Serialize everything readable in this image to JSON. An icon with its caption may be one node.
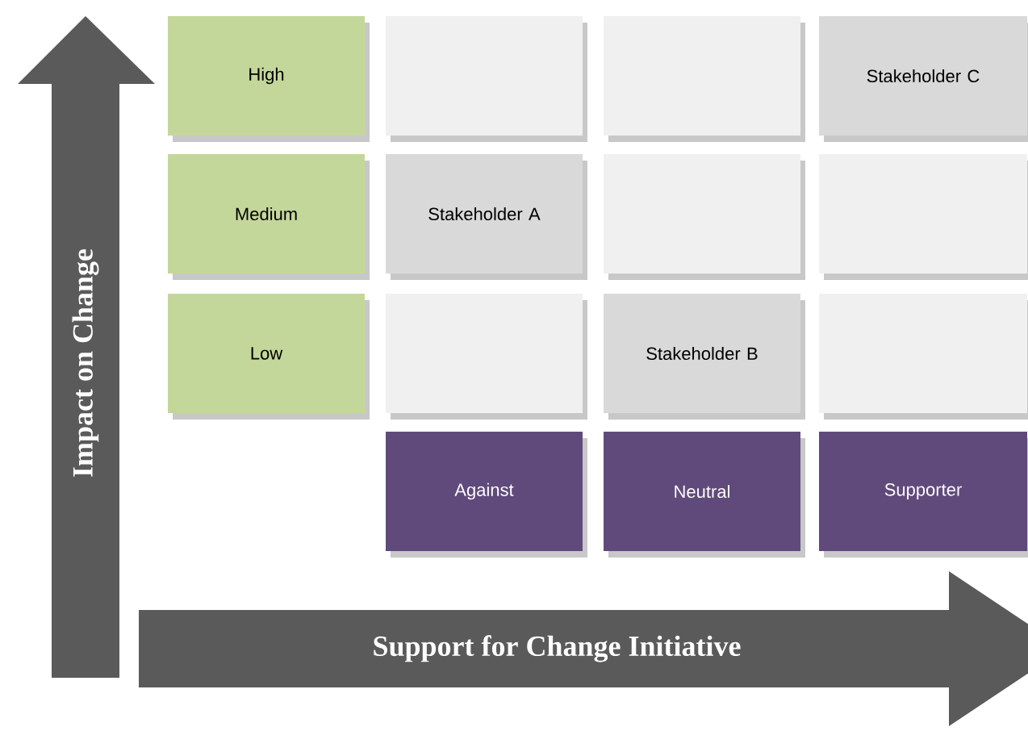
{
  "diagram": {
    "nodes": [
      {
        "text": [
          "High"
        ]
      },
      {
        "text": [],
        "shape": "box"
      },
      {
        "text": [],
        "shape": "box"
      },
      {
        "text": [
          "Stakeholder C"
        ]
      },
      {
        "text": [
          "Medium"
        ]
      },
      {
        "text": [
          "Stakeholder A"
        ]
      },
      {
        "text": [],
        "shape": "box"
      },
      {
        "text": [],
        "shape": "box"
      },
      {
        "text": [
          "Low"
        ]
      },
      {
        "text": [],
        "shape": "box"
      },
      {
        "text": [
          "Stakeholder B"
        ]
      },
      {
        "text": [],
        "shape": "box"
      },
      {
        "text": [
          "Against"
        ]
      },
      {
        "text": [
          "Neutral"
        ]
      },
      {
        "text": [
          "Supporter"
        ]
      },
      {
        "text": [
          "Impact on Change"
        ]
      },
      {
        "text": [
          "Support for Change Initiative"
        ]
      }
    ]
  }
}
